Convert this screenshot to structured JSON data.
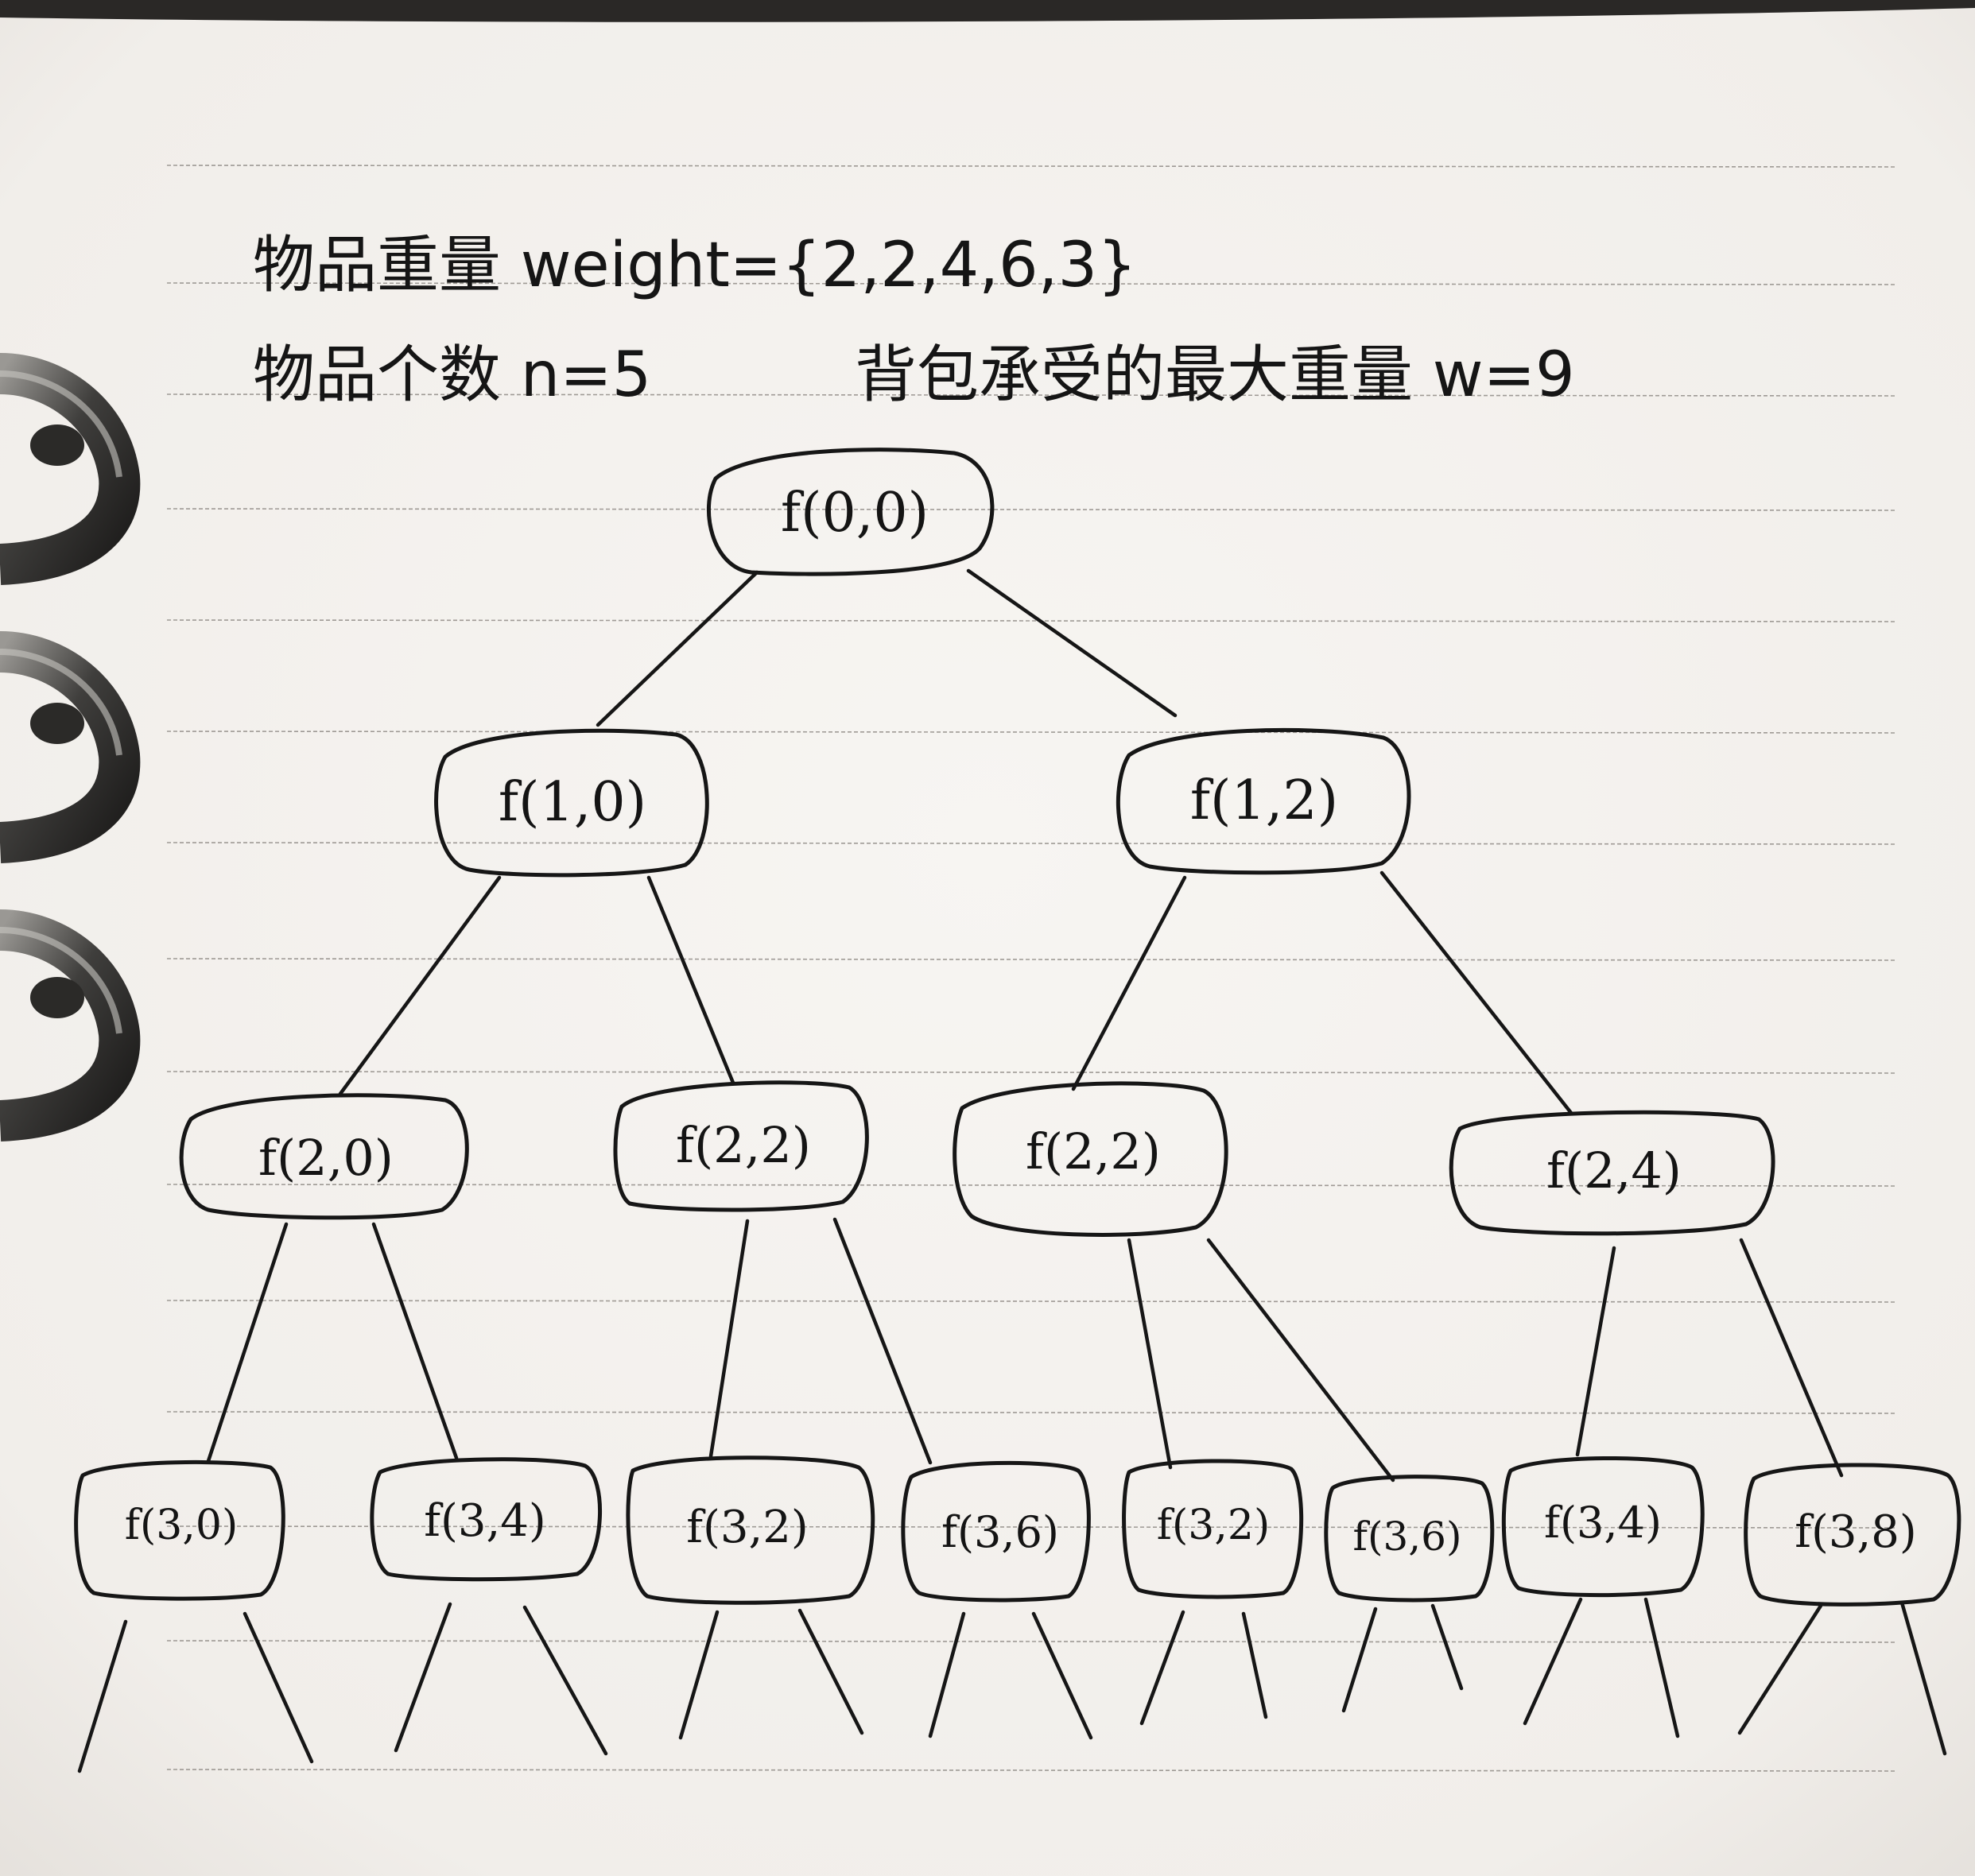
{
  "header": {
    "line1": "物品重量 weight={2,2,4,6,3}",
    "line2a": "物品个数 n=5",
    "line2b": "背包承受的最大重量 w=9"
  },
  "tree": {
    "root": "f(0,0)",
    "level1": [
      "f(1,0)",
      "f(1,2)"
    ],
    "level2": [
      "f(2,0)",
      "f(2,2)",
      "f(2,2)",
      "f(2,4)"
    ],
    "level3": [
      "f(3,0)",
      "f(3,4)",
      "f(3,2)",
      "f(3,6)",
      "f(3,2)",
      "f(3,6)",
      "f(3,4)",
      "f(3,8)"
    ]
  }
}
